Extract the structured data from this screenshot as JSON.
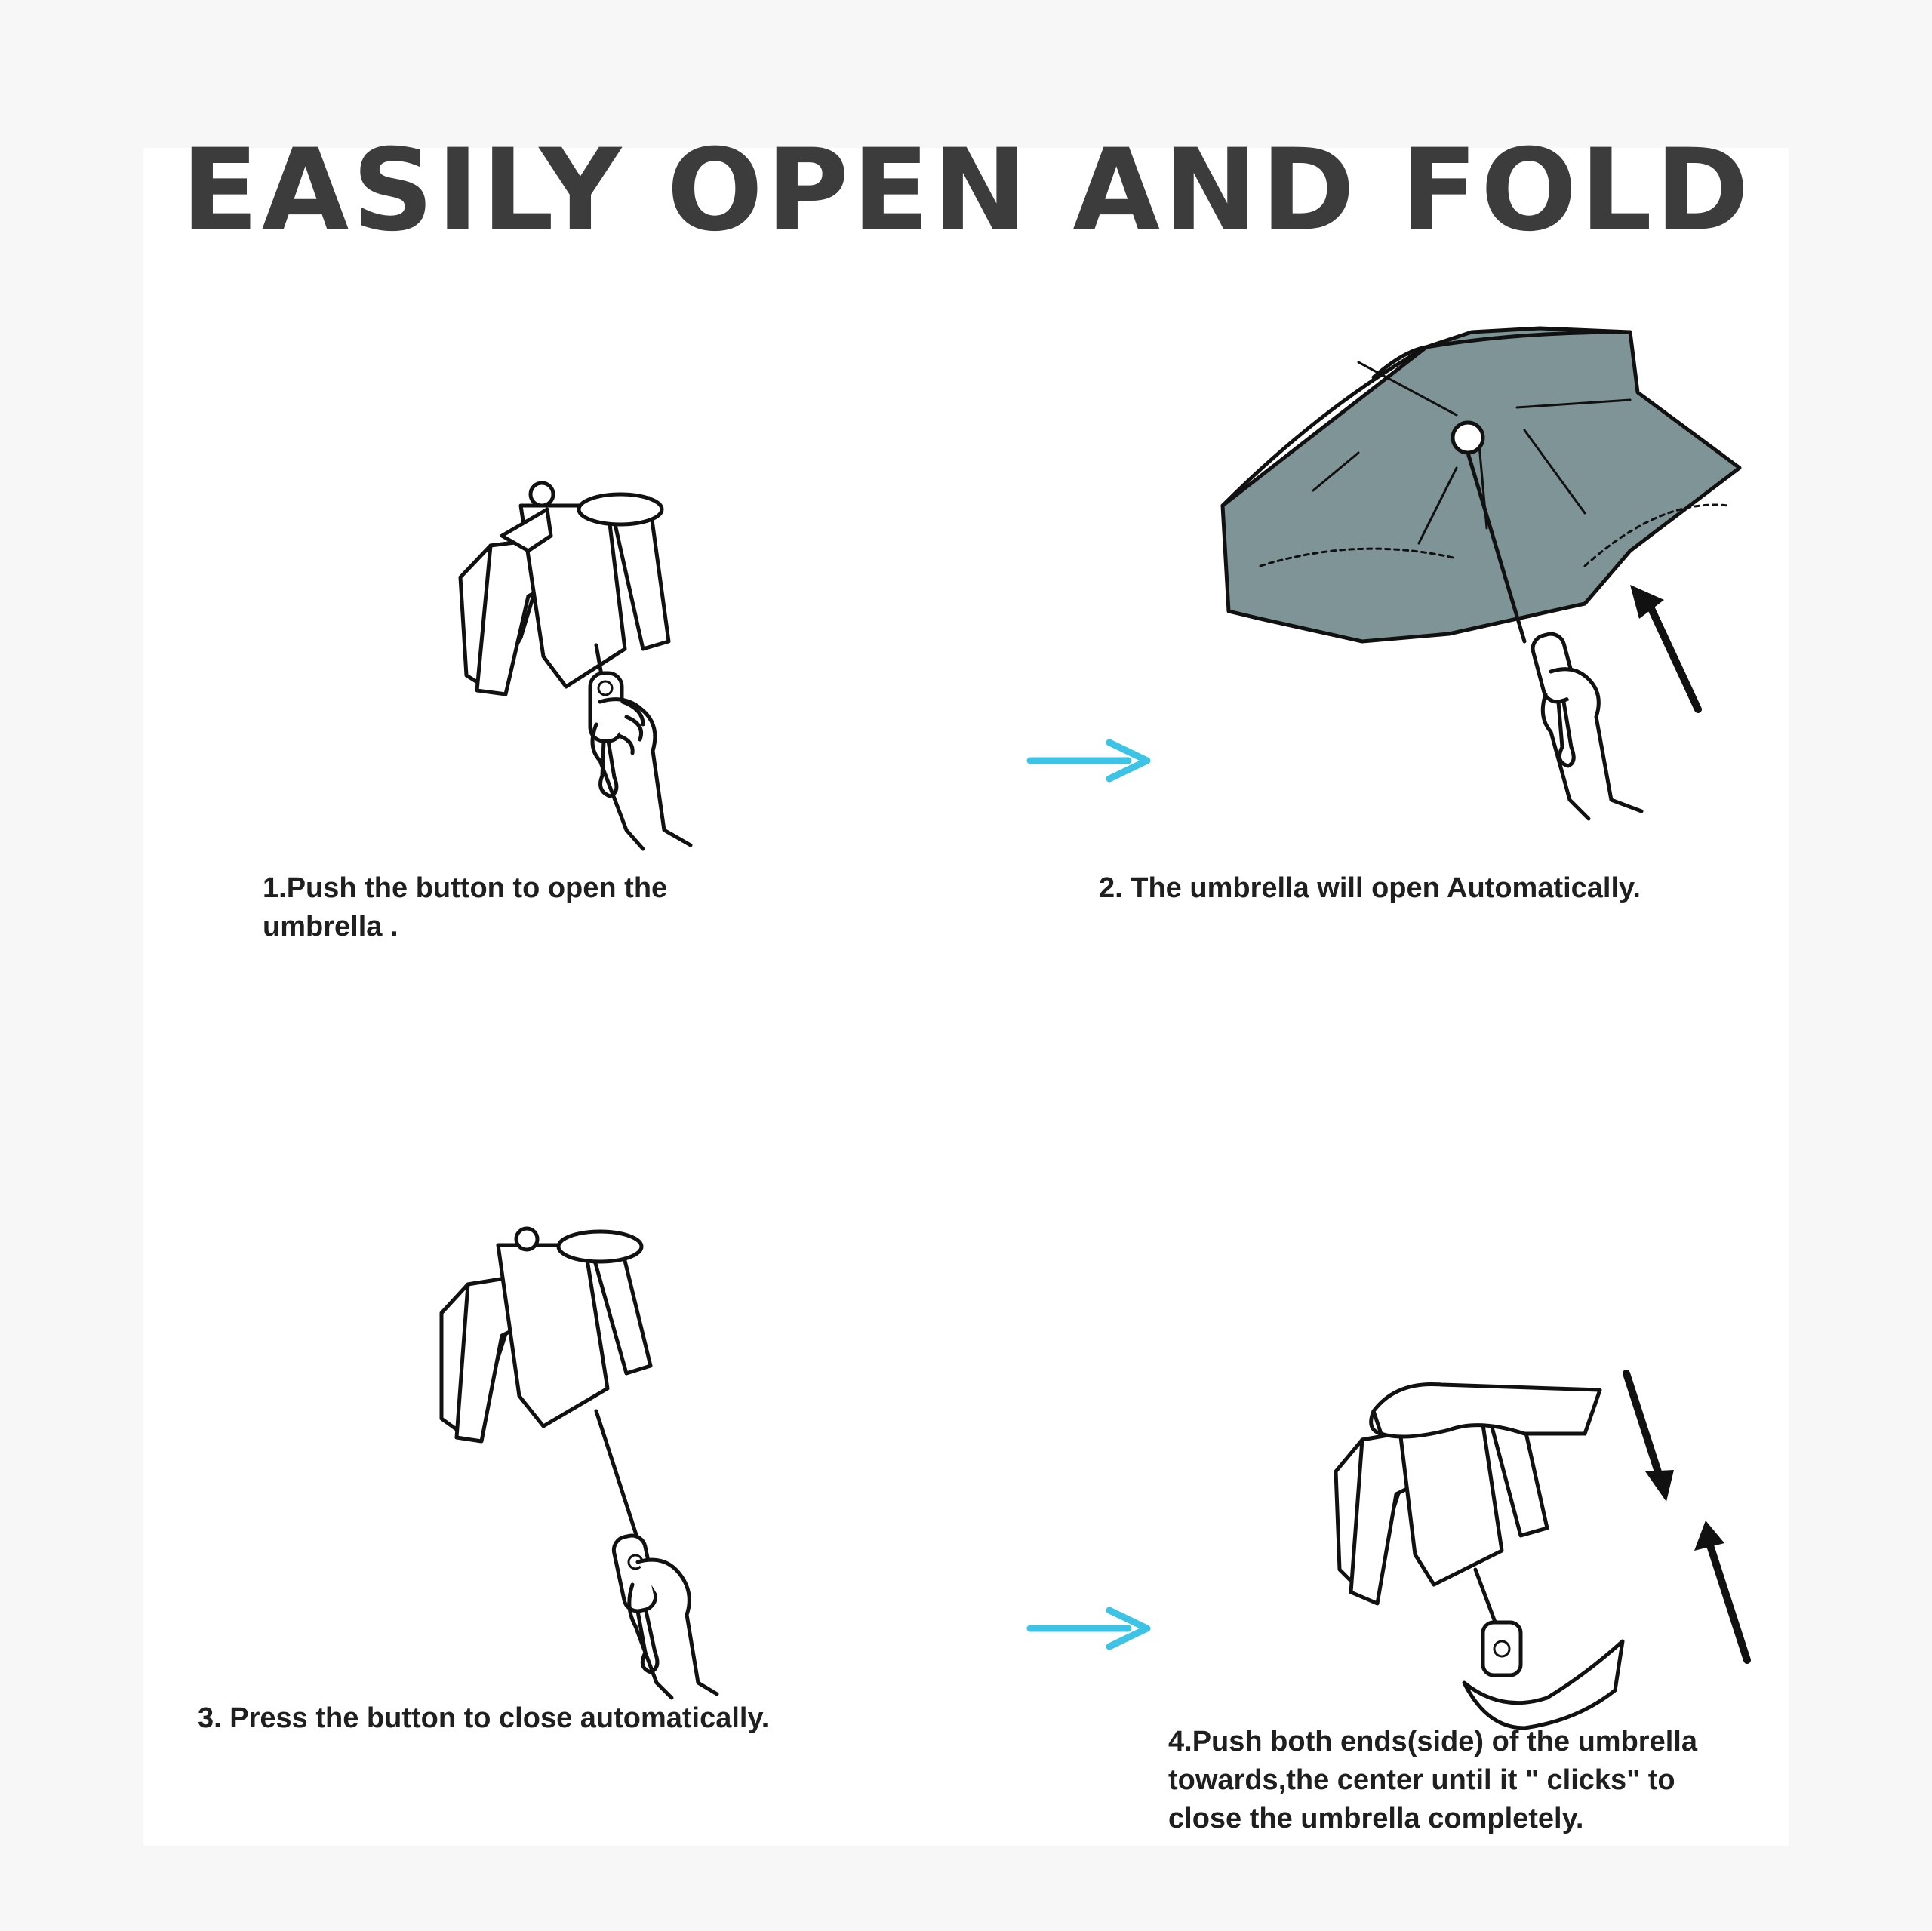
{
  "title": "EASILY OPEN AND FOLD",
  "steps": [
    {
      "lines": [
        "1.Push the button to open the",
        "umbrella ."
      ]
    },
    {
      "lines": [
        "2. The umbrella will open Automatically."
      ]
    },
    {
      "lines": [
        "3. Press the button to close automatically."
      ]
    },
    {
      "lines": [
        "4.Push both ends(side) of the umbrella",
        "towards,the center until it \" clicks\" to",
        "close the umbrella completely."
      ]
    }
  ],
  "colors": {
    "arrow_next": "#3cc3e6",
    "canopy": "#7f9496",
    "title": "#3c3c3c",
    "text": "#1f1f1f"
  },
  "icons": [
    "umbrella-closed-illustration",
    "umbrella-open-illustration",
    "arrow-right-icon",
    "arrow-up-icon",
    "arrow-down-icon",
    "hand-icon"
  ]
}
